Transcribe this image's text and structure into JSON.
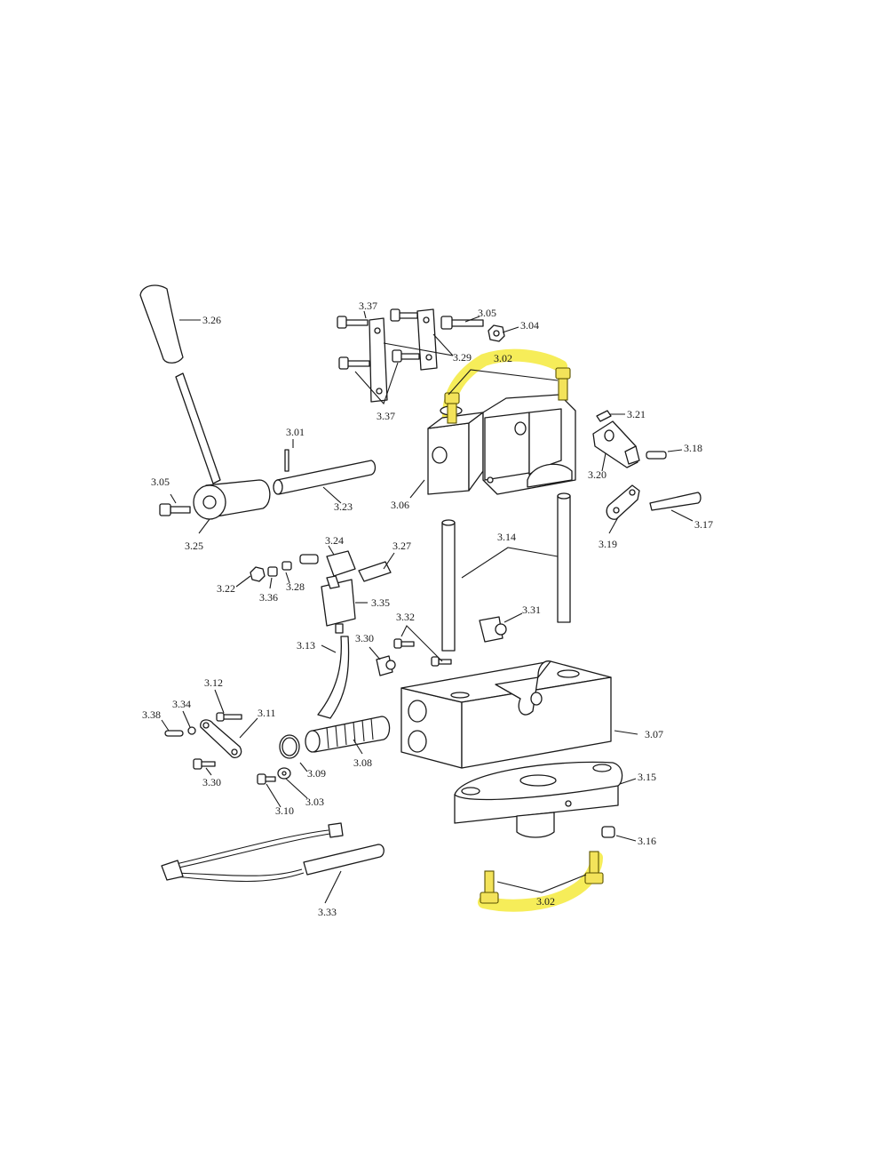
{
  "highlight_color": "#f5ea3c",
  "labels": [
    {
      "id": "l326",
      "text": "3.26"
    },
    {
      "id": "l337a",
      "text": "3.37"
    },
    {
      "id": "l305a",
      "text": "3.05"
    },
    {
      "id": "l304",
      "text": "3.04"
    },
    {
      "id": "l329",
      "text": "3.29"
    },
    {
      "id": "l302a",
      "text": "3.02"
    },
    {
      "id": "l337b",
      "text": "3.37"
    },
    {
      "id": "l321",
      "text": "3.21"
    },
    {
      "id": "l318",
      "text": "3.18"
    },
    {
      "id": "l320",
      "text": "3.20"
    },
    {
      "id": "l301",
      "text": "3.01"
    },
    {
      "id": "l305b",
      "text": "3.05"
    },
    {
      "id": "l306",
      "text": "3.06"
    },
    {
      "id": "l323",
      "text": "3.23"
    },
    {
      "id": "l325",
      "text": "3.25"
    },
    {
      "id": "l319",
      "text": "3.19"
    },
    {
      "id": "l317",
      "text": "3.17"
    },
    {
      "id": "l314",
      "text": "3.14"
    },
    {
      "id": "l324",
      "text": "3.24"
    },
    {
      "id": "l327",
      "text": "3.27"
    },
    {
      "id": "l322",
      "text": "3.22"
    },
    {
      "id": "l336",
      "text": "3.36"
    },
    {
      "id": "l328",
      "text": "3.28"
    },
    {
      "id": "l335",
      "text": "3.35"
    },
    {
      "id": "l331",
      "text": "3.31"
    },
    {
      "id": "l332",
      "text": "3.32"
    },
    {
      "id": "l313",
      "text": "3.13"
    },
    {
      "id": "l330a",
      "text": "3.30"
    },
    {
      "id": "l312",
      "text": "3.12"
    },
    {
      "id": "l334",
      "text": "3.34"
    },
    {
      "id": "l338",
      "text": "3.38"
    },
    {
      "id": "l311",
      "text": "3.11"
    },
    {
      "id": "l307",
      "text": "3.07"
    },
    {
      "id": "l309",
      "text": "3.09"
    },
    {
      "id": "l308",
      "text": "3.08"
    },
    {
      "id": "l330b",
      "text": "3.30"
    },
    {
      "id": "l310",
      "text": "3.10"
    },
    {
      "id": "l303",
      "text": "3.03"
    },
    {
      "id": "l315",
      "text": "3.15"
    },
    {
      "id": "l316",
      "text": "3.16"
    },
    {
      "id": "l302b",
      "text": "3.02"
    },
    {
      "id": "l333",
      "text": "3.33"
    }
  ]
}
